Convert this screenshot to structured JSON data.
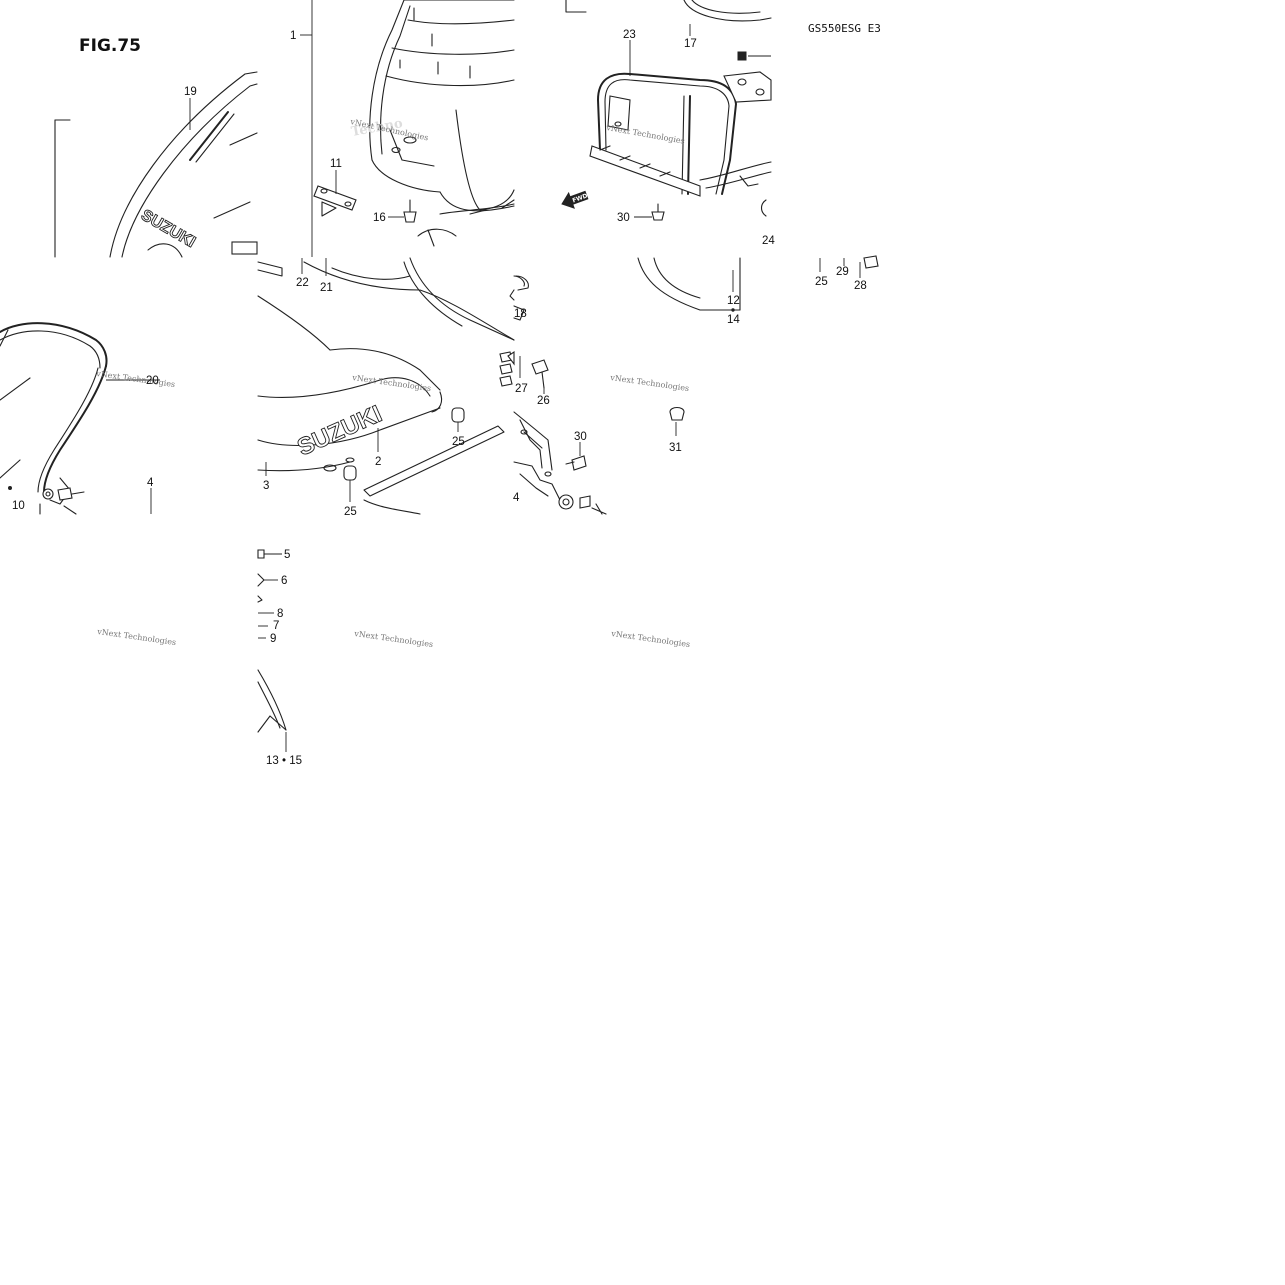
{
  "figure": {
    "title": "FIG.75",
    "model_code": "GS550ESG E3"
  },
  "brand": {
    "logo": "SUZUKI"
  },
  "fwd_arrow": {
    "text": "FWD"
  },
  "watermark": {
    "line1": "vNext Technologies",
    "line2": "Techno"
  },
  "parts": [
    {
      "id": "p1",
      "text": "1"
    },
    {
      "id": "p2",
      "text": "2"
    },
    {
      "id": "p3",
      "text": "3"
    },
    {
      "id": "p4a",
      "text": "4"
    },
    {
      "id": "p4b",
      "text": "4"
    },
    {
      "id": "p5",
      "text": "5"
    },
    {
      "id": "p6",
      "text": "6"
    },
    {
      "id": "p7",
      "text": "7"
    },
    {
      "id": "p8",
      "text": "8"
    },
    {
      "id": "p9",
      "text": "9"
    },
    {
      "id": "p10",
      "text": "10"
    },
    {
      "id": "p11",
      "text": "11"
    },
    {
      "id": "p12",
      "text": "12"
    },
    {
      "id": "p14",
      "text": "14"
    },
    {
      "id": "p1315",
      "text": "13 • 15"
    },
    {
      "id": "p16",
      "text": "16"
    },
    {
      "id": "p17",
      "text": "17"
    },
    {
      "id": "p18",
      "text": "18"
    },
    {
      "id": "p19",
      "text": "19"
    },
    {
      "id": "p20",
      "text": "20"
    },
    {
      "id": "p21",
      "text": "21"
    },
    {
      "id": "p22",
      "text": "22"
    },
    {
      "id": "p23",
      "text": "23"
    },
    {
      "id": "p24",
      "text": "24"
    },
    {
      "id": "p25a",
      "text": "25"
    },
    {
      "id": "p25b",
      "text": "25"
    },
    {
      "id": "p25c",
      "text": "25"
    },
    {
      "id": "p26",
      "text": "26"
    },
    {
      "id": "p27",
      "text": "27"
    },
    {
      "id": "p28",
      "text": "28"
    },
    {
      "id": "p29",
      "text": "29"
    },
    {
      "id": "p30a",
      "text": "30"
    },
    {
      "id": "p30b",
      "text": "30"
    },
    {
      "id": "p31",
      "text": "31"
    }
  ]
}
